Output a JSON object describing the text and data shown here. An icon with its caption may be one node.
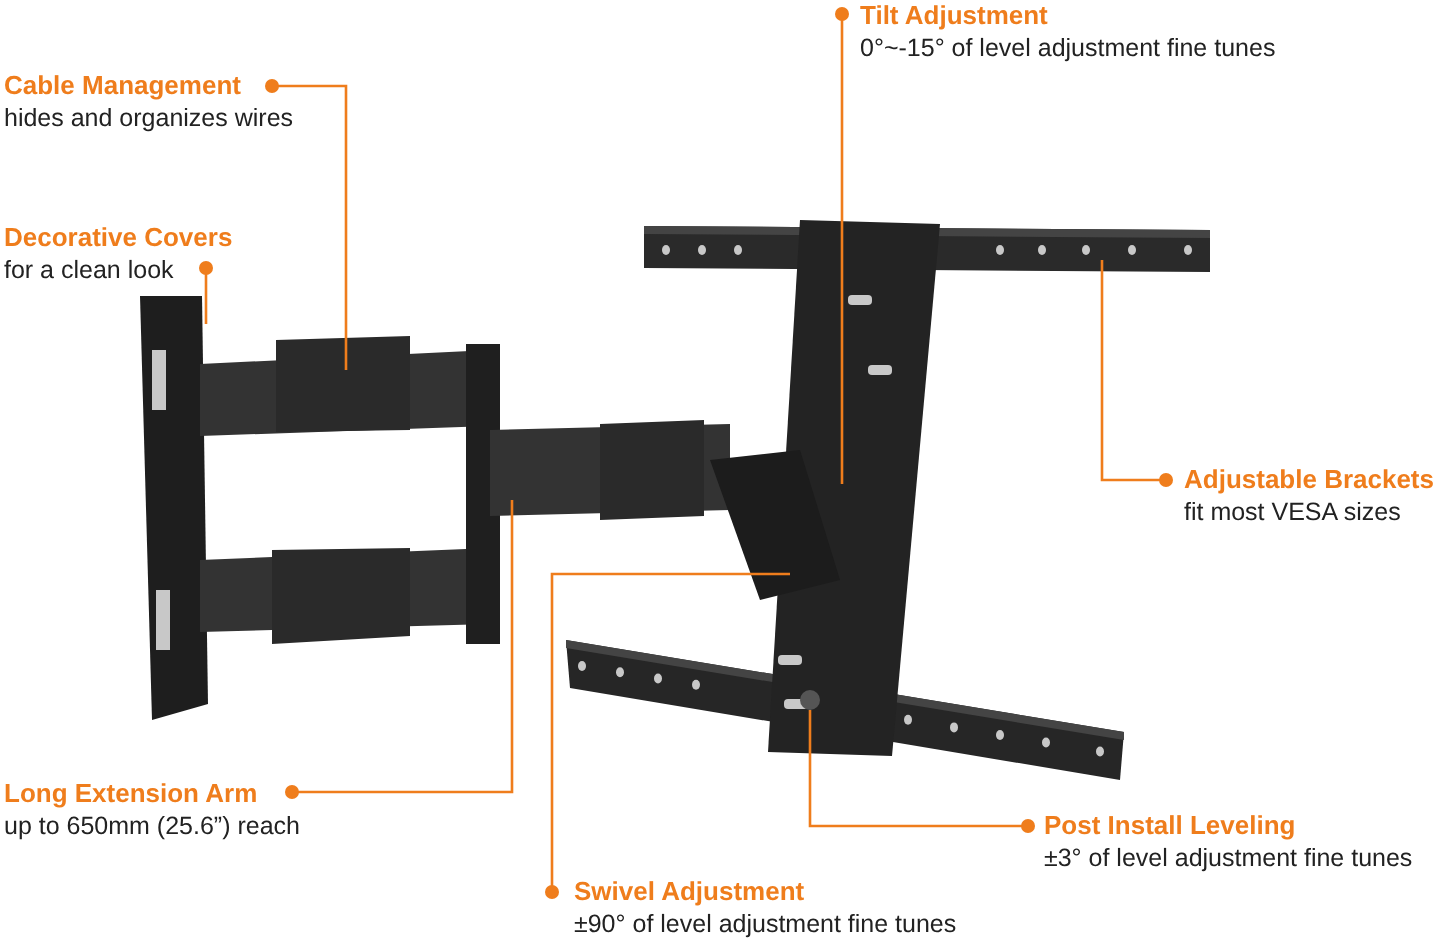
{
  "diagram": {
    "nodes": [
      {
        "text": [
          "Tilt Adjustment",
          "0°~-15° of level adjustment fine tunes"
        ]
      },
      {
        "text": [
          "Cable Management",
          "hides and organizes wires"
        ]
      },
      {
        "text": [
          "Decorative Covers",
          "for a clean look"
        ]
      },
      {
        "text": [
          "Adjustable Brackets",
          "fit most VESA sizes"
        ]
      },
      {
        "text": [
          "Long Extension Arm",
          "up to 650mm (25.6”) reach"
        ]
      },
      {
        "text": [
          "Post Install Leveling",
          "±3° of level adjustment fine tunes"
        ]
      },
      {
        "text": [
          "Swivel Adjustment",
          "±90° of level adjustment fine tunes"
        ]
      }
    ],
    "edges": [
      {
        "from": 0,
        "to": null,
        "arrow": "other"
      },
      {
        "from": 1,
        "to": null,
        "arrow": "other"
      },
      {
        "from": 2,
        "to": null,
        "arrow": "other"
      },
      {
        "from": 3,
        "to": null,
        "arrow": "other"
      },
      {
        "from": 4,
        "to": null,
        "arrow": "other"
      },
      {
        "from": 5,
        "to": null,
        "arrow": "other"
      },
      {
        "from": 6,
        "to": null,
        "arrow": "other"
      }
    ]
  }
}
